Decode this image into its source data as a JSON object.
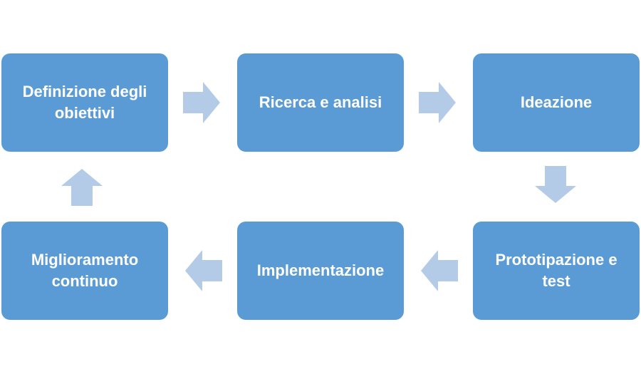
{
  "process": {
    "steps": [
      {
        "label": "Definizione degli obiettivi"
      },
      {
        "label": "Ricerca e analisi"
      },
      {
        "label": "Ideazione"
      },
      {
        "label": "Prototipazione e test"
      },
      {
        "label": "Implementazione"
      },
      {
        "label": "Miglioramento continuo"
      }
    ],
    "colors": {
      "box_fill": "#5b9bd5",
      "box_text": "#ffffff",
      "arrow_fill": "#b4cbe8"
    },
    "arrows": [
      {
        "from": 1,
        "to": 2,
        "direction": "right"
      },
      {
        "from": 2,
        "to": 3,
        "direction": "right"
      },
      {
        "from": 3,
        "to": 4,
        "direction": "down"
      },
      {
        "from": 4,
        "to": 5,
        "direction": "left"
      },
      {
        "from": 5,
        "to": 6,
        "direction": "left"
      },
      {
        "from": 6,
        "to": 1,
        "direction": "up"
      }
    ]
  }
}
